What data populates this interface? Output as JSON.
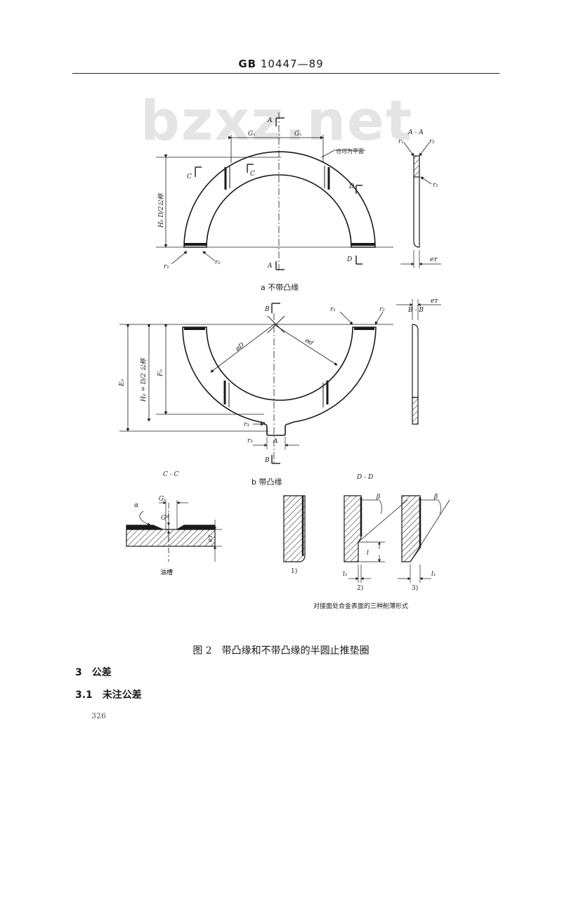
{
  "header": {
    "code": "GB",
    "number": "10447—89"
  },
  "watermark": "bzxz.net",
  "figure": {
    "labels": {
      "A": "A",
      "B": "B",
      "C": "C",
      "D": "D",
      "Gx": "Gₓ",
      "flat_note": "也可为平面",
      "AA": "A - A",
      "BB": "B - B",
      "CC": "C - C",
      "DD": "D - D",
      "r1": "r₁",
      "r2": "r₂",
      "r3": "r₃",
      "eT": "eᴛ",
      "H0_a": "H₀  D/2公称",
      "H0_b": "H₀ = D/2 公称",
      "E0": "E₀",
      "F0": "F₀",
      "phiD": "øD",
      "phid": "ød",
      "Gw": "Gᵥ",
      "Gd": "Gᵈ",
      "alpha": "α",
      "beta": "β",
      "groove": "油槽",
      "l": "l",
      "l1": "l₁",
      "l2": "l₂",
      "n1": "1)",
      "n2": "2)",
      "n3": "3)",
      "sub_a": "a 不带凸缘",
      "sub_b": "b 带凸缘",
      "bearing_note": "对接面处合金表面的三种削薄形式"
    }
  },
  "caption": {
    "fig": "图 2",
    "text": "带凸缘和不带凸缘的半圆止推垫圈"
  },
  "sections": {
    "s3": {
      "num": "3",
      "title": "公差"
    },
    "s31": {
      "num": "3.1",
      "title": "未注公差"
    }
  },
  "page_number": "326"
}
